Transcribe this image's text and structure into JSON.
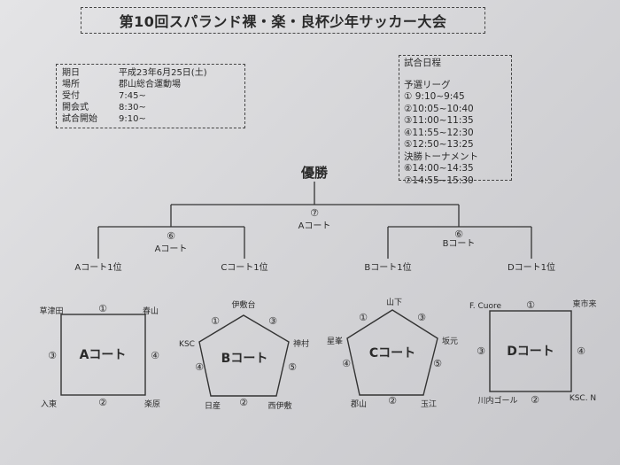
{
  "title": "第10回スパランド裸・楽・良杯少年サッカー大会",
  "info": {
    "rows": [
      {
        "label": "期日",
        "value": "平成23年6月25日(土)"
      },
      {
        "label": "場所",
        "value": "郡山総合運動場"
      },
      {
        "label": "受付",
        "value": "7:45~"
      },
      {
        "label": "開会式",
        "value": "8:30~"
      },
      {
        "label": "試合開始",
        "value": "9:10~"
      }
    ]
  },
  "schedule": {
    "title": "試合日程",
    "league_label": "予選リーグ",
    "league": [
      "① 9:10~9:45",
      "②10:05~10:40",
      "③11:00~11:35",
      "④11:55~12:30",
      "⑤12:50~13:25"
    ],
    "final_label": "決勝トーナメント",
    "final": [
      "⑥14:00~14:35",
      "⑦14:55~15:30"
    ]
  },
  "bracket": {
    "champion": "優勝",
    "final_match": {
      "num": "⑦",
      "court": "Aコート"
    },
    "semi_left": {
      "num": "⑥",
      "court": "Aコート"
    },
    "semi_right": {
      "num": "⑥",
      "court": "Bコート"
    },
    "entrants": [
      "Aコート1位",
      "Cコート1位",
      "Bコート1位",
      "Dコート1位"
    ]
  },
  "courts": {
    "A": {
      "name": "Aコート",
      "teams": {
        "tl": "草津田",
        "tr": "春山",
        "bl": "入東",
        "br": "楽原"
      },
      "matches": {
        "top": "①",
        "left": "③",
        "right": "④",
        "bottom": "②"
      }
    },
    "B": {
      "name": "Bコート",
      "teams": {
        "top": "伊敷台",
        "left": "KSC",
        "right": "神村",
        "bl": "日産",
        "br": "西伊敷"
      },
      "matches": {
        "tl": "①",
        "tr": "③",
        "l": "④",
        "r": "⑤",
        "b": "②"
      }
    },
    "C": {
      "name": "Cコート",
      "teams": {
        "top": "山下",
        "left": "星峯",
        "right": "坂元",
        "bl": "郡山",
        "br": "玉江"
      },
      "matches": {
        "tl": "①",
        "tr": "③",
        "l": "④",
        "r": "⑤",
        "b": "②"
      }
    },
    "D": {
      "name": "Dコート",
      "teams": {
        "tl": "F. Cuore",
        "tr": "東市来",
        "bl": "川内ゴール",
        "br": "KSC. N"
      },
      "matches": {
        "top": "①",
        "left": "③",
        "right": "④",
        "bottom": "②"
      }
    }
  }
}
